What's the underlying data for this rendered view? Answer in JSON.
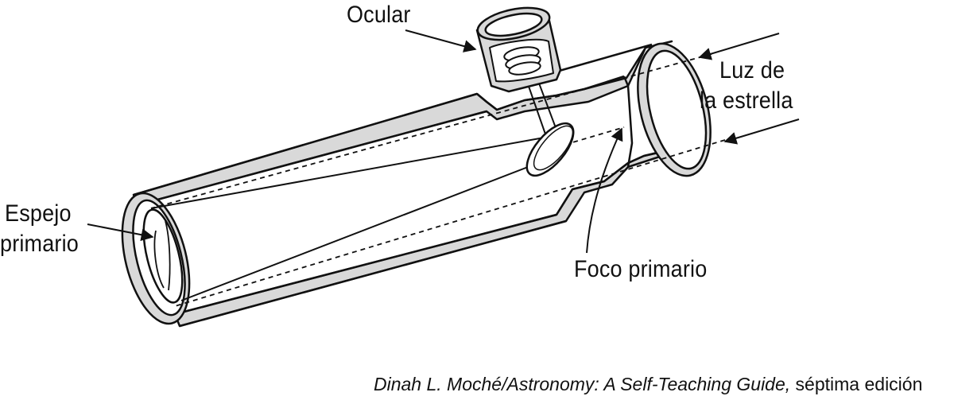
{
  "colors": {
    "ink": "#111111",
    "tube_fill": "#ffffff",
    "wall_shade": "#d9d9d9",
    "background": "#ffffff"
  },
  "labels": {
    "eyepiece": "Ocular",
    "starlight_line1": "Luz de",
    "starlight_line2": "la estrella",
    "primary_mirror_line1": "Espejo",
    "primary_mirror_line2": "primario",
    "prime_focus": "Foco primario"
  },
  "credit": {
    "author_title": "Dinah L. Moché/Astronomy: A Self-Teaching Guide,",
    "edition": " séptima edición"
  }
}
